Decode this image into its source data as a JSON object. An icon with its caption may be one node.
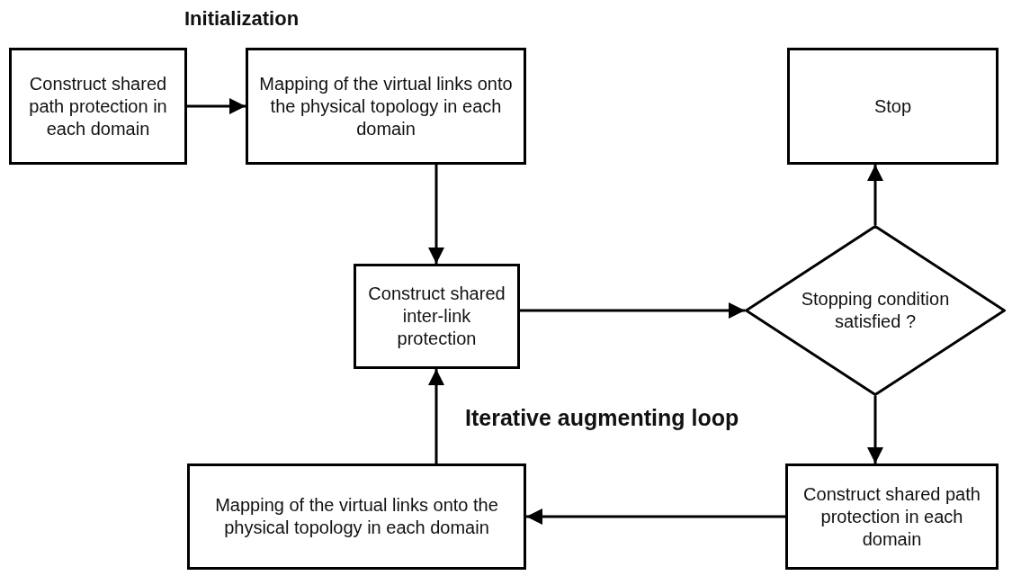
{
  "diagram": {
    "title": "Initialization",
    "nodes": [
      {
        "text": [
          "Construct shared path protection in each domain"
        ]
      },
      {
        "text": [
          "Mapping of the virtual links onto the physical topology in each domain"
        ]
      },
      {
        "text": [
          "Stop"
        ]
      },
      {
        "text": [
          "Construct shared inter-link protection"
        ]
      },
      {
        "text": [
          "Stopping condition satisfied ?"
        ]
      },
      {
        "text": [
          "Construct shared path protection in each domain"
        ]
      },
      {
        "text": [
          "Mapping of the virtual links onto the physical topology in each domain"
        ]
      }
    ],
    "edges": [
      {
        "from": 0,
        "to": 1,
        "arrow": "to"
      },
      {
        "from": 1,
        "to": 3,
        "arrow": "to"
      },
      {
        "from": 3,
        "to": 4,
        "arrow": "to"
      },
      {
        "from": 4,
        "to": 2,
        "arrow": "to"
      },
      {
        "from": 4,
        "to": 5,
        "arrow": "to"
      },
      {
        "from": 5,
        "to": 6,
        "arrow": "to"
      },
      {
        "from": 6,
        "to": 3,
        "arrow": "to"
      }
    ],
    "labels": [
      "Iterative augmenting loop"
    ]
  }
}
